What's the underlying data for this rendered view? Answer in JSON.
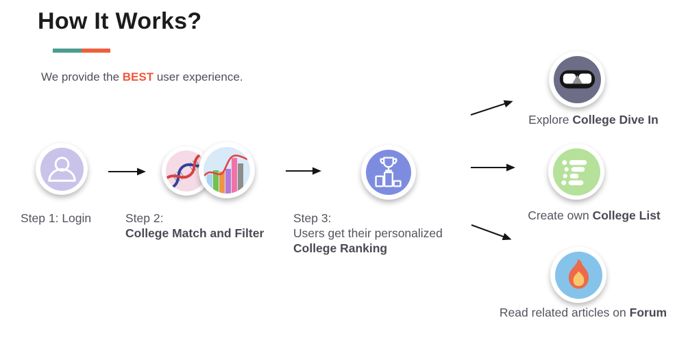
{
  "header": {
    "title": "How It Works?",
    "subtitle_prefix": "We provide the ",
    "subtitle_highlight": "BEST",
    "subtitle_suffix": " user experience."
  },
  "steps": [
    {
      "label": "Step 1: Login",
      "icon": "user-icon"
    },
    {
      "line1": "Step 2:",
      "line2_bold": "College Match and Filter",
      "icons": [
        "dna-icon",
        "bar-chart-icon"
      ]
    },
    {
      "line1": "Step 3:",
      "line2": "Users get their personalized",
      "line3_bold": "College Ranking",
      "icon": "trophy-podium-icon"
    }
  ],
  "outcomes": [
    {
      "prefix": "Explore ",
      "bold": "College Dive In",
      "icon": "dive-mask-icon"
    },
    {
      "prefix": "Create own ",
      "bold": "College List",
      "icon": "list-icon"
    },
    {
      "prefix": "Read related articles on ",
      "bold": "Forum",
      "icon": "flame-icon"
    }
  ],
  "colors": {
    "accent_teal": "#4a9d8e",
    "accent_orange": "#ee5f3e",
    "highlight_text": "#f0563a",
    "title_text": "#1c1c1e",
    "body_text": "#53535d",
    "login_circle": "#c9c3ea",
    "dna_circle": "#f4dbe6",
    "chart_circle": "#d8eaf8",
    "ranking_circle": "#7e8ce0",
    "dive_circle": "#6d6d87",
    "list_circle": "#b5e19a",
    "forum_circle": "#85c3ea",
    "arrow": "#151515"
  }
}
